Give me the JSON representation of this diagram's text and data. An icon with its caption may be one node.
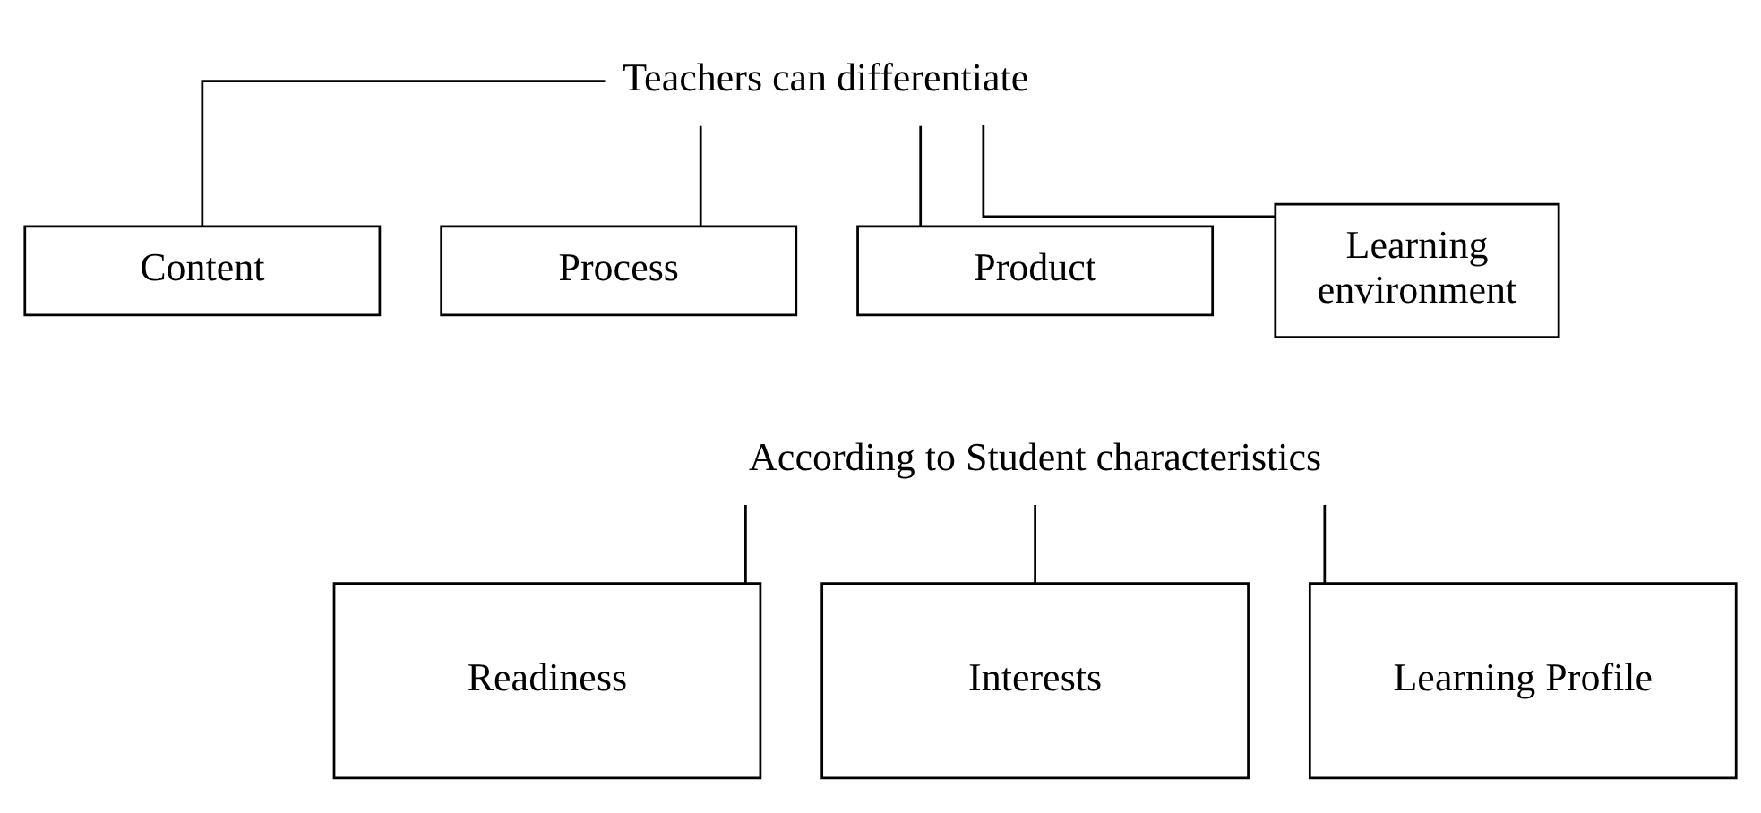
{
  "diagram": {
    "nodes": [
      {
        "text": [
          "Teachers can differentiate"
        ]
      },
      {
        "text": [
          "Content"
        ]
      },
      {
        "text": [
          "Process"
        ]
      },
      {
        "text": [
          "Product"
        ]
      },
      {
        "text": [
          "Learning environment"
        ]
      },
      {
        "text": [
          "According to Student characteristics"
        ]
      },
      {
        "text": [
          "Readiness"
        ]
      },
      {
        "text": [
          "Interests"
        ]
      },
      {
        "text": [
          "Learning Profile"
        ]
      }
    ],
    "edges": [
      {
        "from": 0,
        "to": 1,
        "arrow": "none"
      },
      {
        "from": 0,
        "to": 2,
        "arrow": "none"
      },
      {
        "from": 0,
        "to": 3,
        "arrow": "none"
      },
      {
        "from": 0,
        "to": 4,
        "arrow": "none"
      },
      {
        "from": 5,
        "to": 6,
        "arrow": "none"
      },
      {
        "from": 5,
        "to": 7,
        "arrow": "none"
      },
      {
        "from": 5,
        "to": 8,
        "arrow": "none"
      }
    ]
  }
}
